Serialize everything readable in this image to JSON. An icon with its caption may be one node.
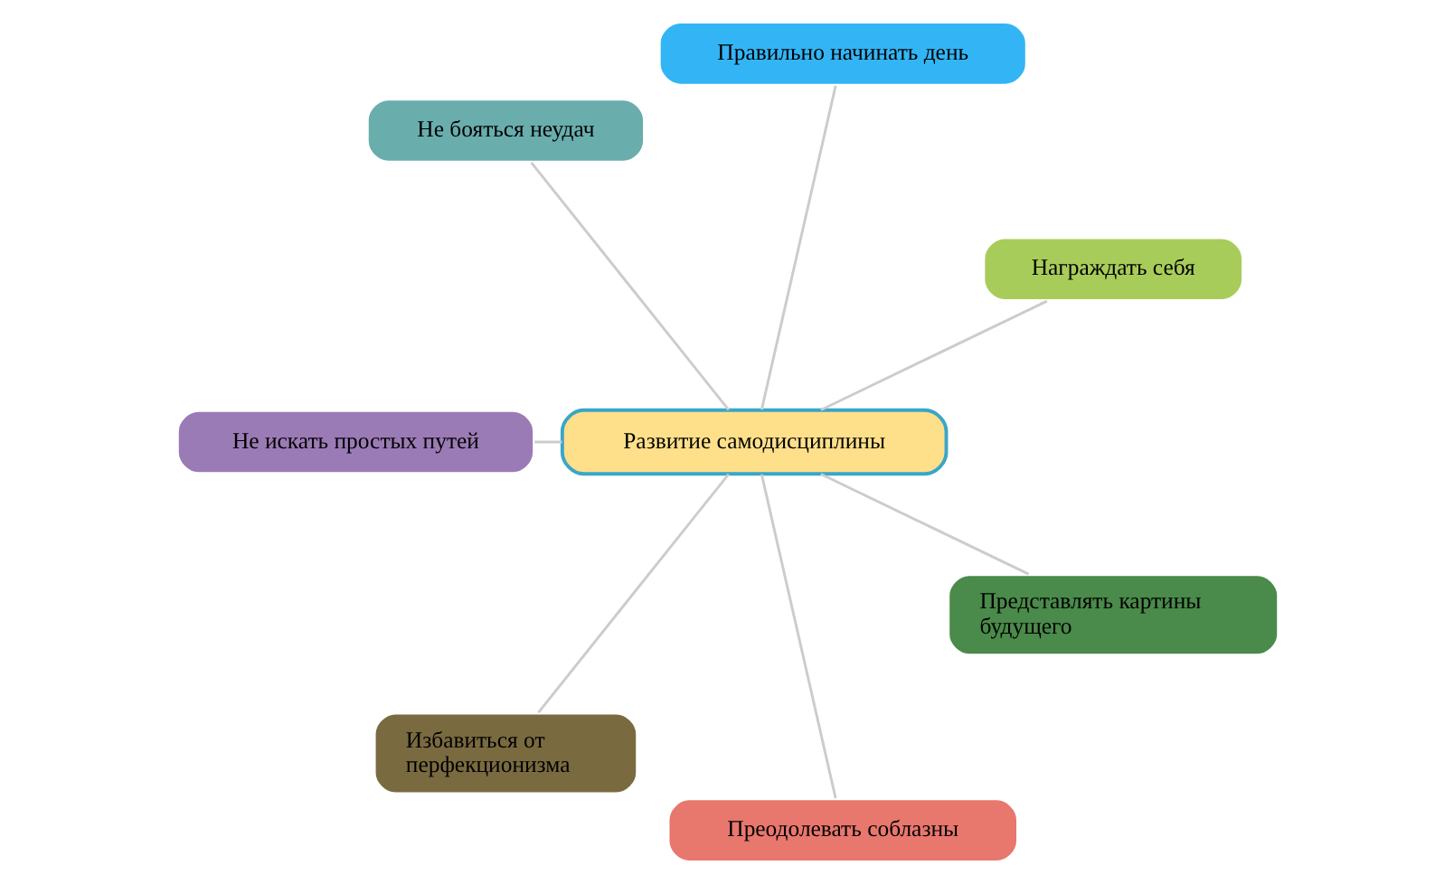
{
  "diagram": {
    "nodes": [
      {
        "text": [
          "Развитие самодисциплины"
        ]
      },
      {
        "text": [
          "Награждать себя"
        ]
      },
      {
        "text": [
          "Правильно начинать день"
        ]
      },
      {
        "text": [
          "Не бояться неудач"
        ]
      },
      {
        "text": [
          "Не искать простых путей"
        ]
      },
      {
        "text": [
          "Избавиться от перфекционизма"
        ]
      },
      {
        "text": [
          "Преодолевать соблазны"
        ]
      },
      {
        "text": [
          "Представлять картины будущего"
        ]
      }
    ],
    "edges": [
      {
        "from": 0,
        "to": 1,
        "arrow": "none"
      },
      {
        "from": 0,
        "to": 2,
        "arrow": "none"
      },
      {
        "from": 0,
        "to": 3,
        "arrow": "none"
      },
      {
        "from": 0,
        "to": 4,
        "arrow": "none"
      },
      {
        "from": 0,
        "to": 5,
        "arrow": "none"
      },
      {
        "from": 0,
        "to": 6,
        "arrow": "none"
      },
      {
        "from": 0,
        "to": 7,
        "arrow": "none"
      }
    ]
  }
}
